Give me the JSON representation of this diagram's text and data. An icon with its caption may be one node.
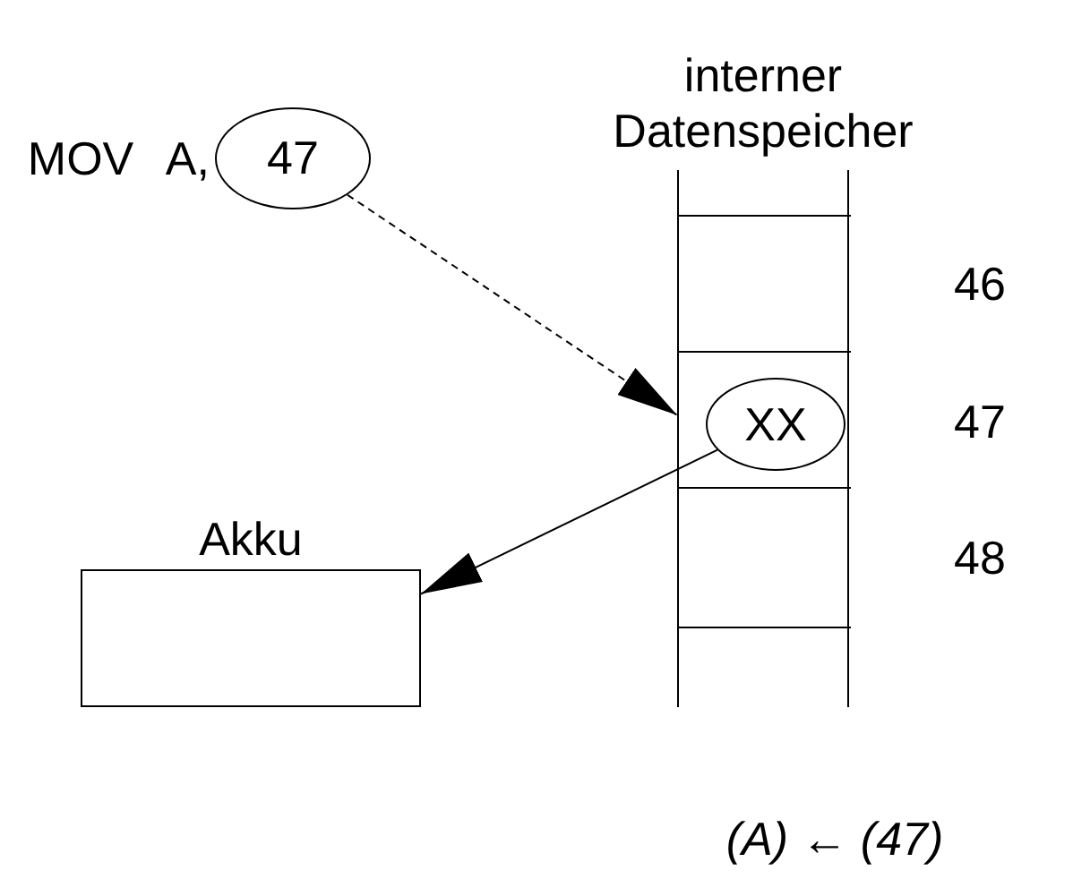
{
  "diagram": {
    "nodes": [
      {
        "text": [
          "47"
        ],
        "beside": [
          "MOV A,"
        ]
      },
      {
        "text": [
          "interner Datenspeicher"
        ]
      },
      {
        "text": [],
        "shape": "box",
        "in": 1
      },
      {
        "text": [],
        "shape": "box",
        "in": 1
      },
      {
        "text": [
          "XX"
        ],
        "in": 3
      },
      {
        "text": [],
        "shape": "box",
        "in": 1
      },
      {
        "text": [
          "Akku"
        ]
      }
    ],
    "edges": [
      {
        "from": 0,
        "to": 3,
        "arrow": "to",
        "style": "dashed"
      },
      {
        "from": 4,
        "to": 6,
        "arrow": "to"
      }
    ],
    "labels": [
      "46",
      "47",
      "48",
      "(A) ← (47)"
    ]
  }
}
